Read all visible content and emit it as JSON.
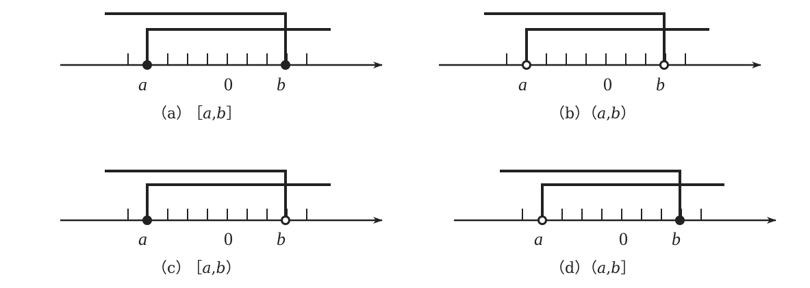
{
  "panels": [
    {
      "id": "a",
      "caption_label": "（a）",
      "interval": {
        "open": "［",
        "a": "a",
        "sep": ",",
        "b": "b",
        "close": "］"
      },
      "left_closed": true,
      "right_closed": true,
      "labels": {
        "a": "a",
        "zero": "0",
        "b": "b"
      }
    },
    {
      "id": "b",
      "caption_label": "（b）",
      "interval": {
        "open": "（",
        "a": "a",
        "sep": ",",
        "b": "b",
        "close": "）"
      },
      "left_closed": false,
      "right_closed": false,
      "labels": {
        "a": "a",
        "zero": "0",
        "b": "b"
      }
    },
    {
      "id": "c",
      "caption_label": "（c）",
      "interval": {
        "open": "［",
        "a": "a",
        "sep": ",",
        "b": "b",
        "close": "）"
      },
      "left_closed": true,
      "right_closed": false,
      "labels": {
        "a": "a",
        "zero": "0",
        "b": "b"
      }
    },
    {
      "id": "d",
      "caption_label": "（d）",
      "interval": {
        "open": "（",
        "a": "a",
        "sep": ",",
        "b": "b",
        "close": "］"
      },
      "left_closed": false,
      "right_closed": true,
      "labels": {
        "a": "a",
        "zero": "0",
        "b": "b"
      }
    }
  ],
  "colors": {
    "ink": "#222222",
    "background": "#ffffff"
  }
}
